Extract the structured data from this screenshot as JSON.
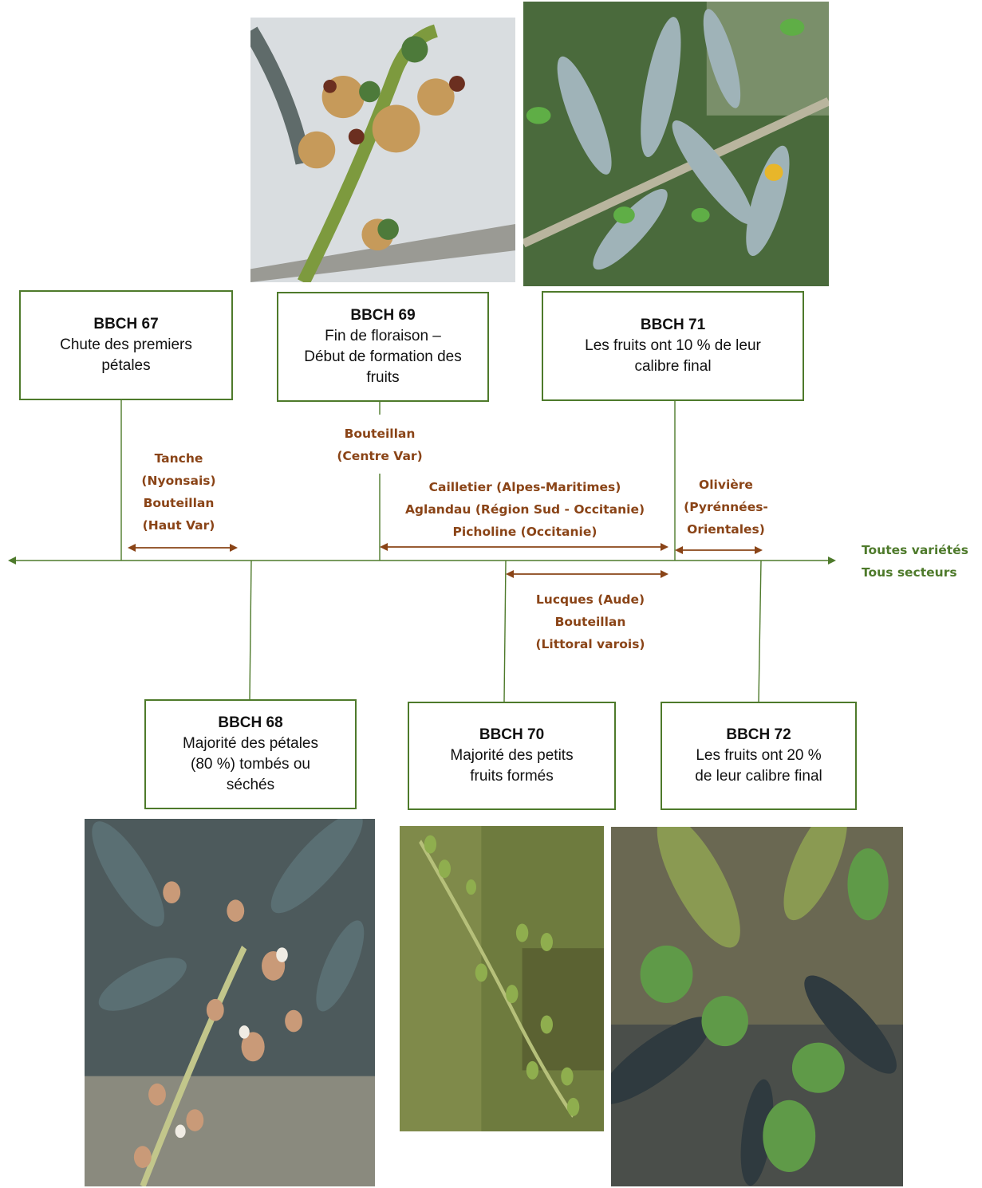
{
  "stages": [
    {
      "id": "67",
      "code": "BBCH 67",
      "desc": [
        "Chute des premiers",
        "pétales"
      ]
    },
    {
      "id": "69",
      "code": "BBCH 69",
      "desc": [
        "Fin de floraison –",
        "Début de formation des",
        "fruits"
      ]
    },
    {
      "id": "71",
      "code": "BBCH 71",
      "desc": [
        "Les fruits ont 10 % de leur",
        "calibre final"
      ]
    },
    {
      "id": "68",
      "code": "BBCH 68",
      "desc": [
        "Majorité des pétales",
        "(80 %) tombés ou",
        "séchés"
      ]
    },
    {
      "id": "70",
      "code": "BBCH 70",
      "desc": [
        "Majorité des petits",
        "fruits formés"
      ]
    },
    {
      "id": "72",
      "code": "BBCH 72",
      "desc": [
        "Les fruits ont 20 %",
        "de leur calibre final"
      ]
    }
  ],
  "varieties": [
    {
      "lines": [
        "Tanche",
        "(Nyonsais)",
        "Bouteillan",
        "(Haut Var)"
      ]
    },
    {
      "lines": [
        "Bouteillan",
        "(Centre Var)"
      ]
    },
    {
      "lines": [
        "Cailletier (Alpes-Maritimes)",
        "Aglandau (Région Sud - Occitanie)",
        "Picholine (Occitanie)"
      ]
    },
    {
      "lines": [
        "Olivière",
        "(Pyrénnées-",
        "Orientales)"
      ]
    },
    {
      "lines": [
        "Lucques (Aude)",
        "Bouteillan",
        "(Littoral varois)"
      ]
    }
  ],
  "legend": {
    "line1": "Toutes variétés",
    "line2": "Tous secteurs"
  },
  "colors": {
    "axis": "#4e7a2b",
    "variety": "#8a4417",
    "box_border": "#4e7a2b"
  },
  "photos": [
    {
      "name": "photo-bbch-69",
      "subject": "olive flowers with fading petals"
    },
    {
      "name": "photo-bbch-71",
      "subject": "olive branch with small fruits"
    },
    {
      "name": "photo-bbch-68",
      "subject": "olive inflorescence with dried petals"
    },
    {
      "name": "photo-bbch-70",
      "subject": "cluster of tiny green olives"
    },
    {
      "name": "photo-bbch-72",
      "subject": "young green olives"
    }
  ]
}
